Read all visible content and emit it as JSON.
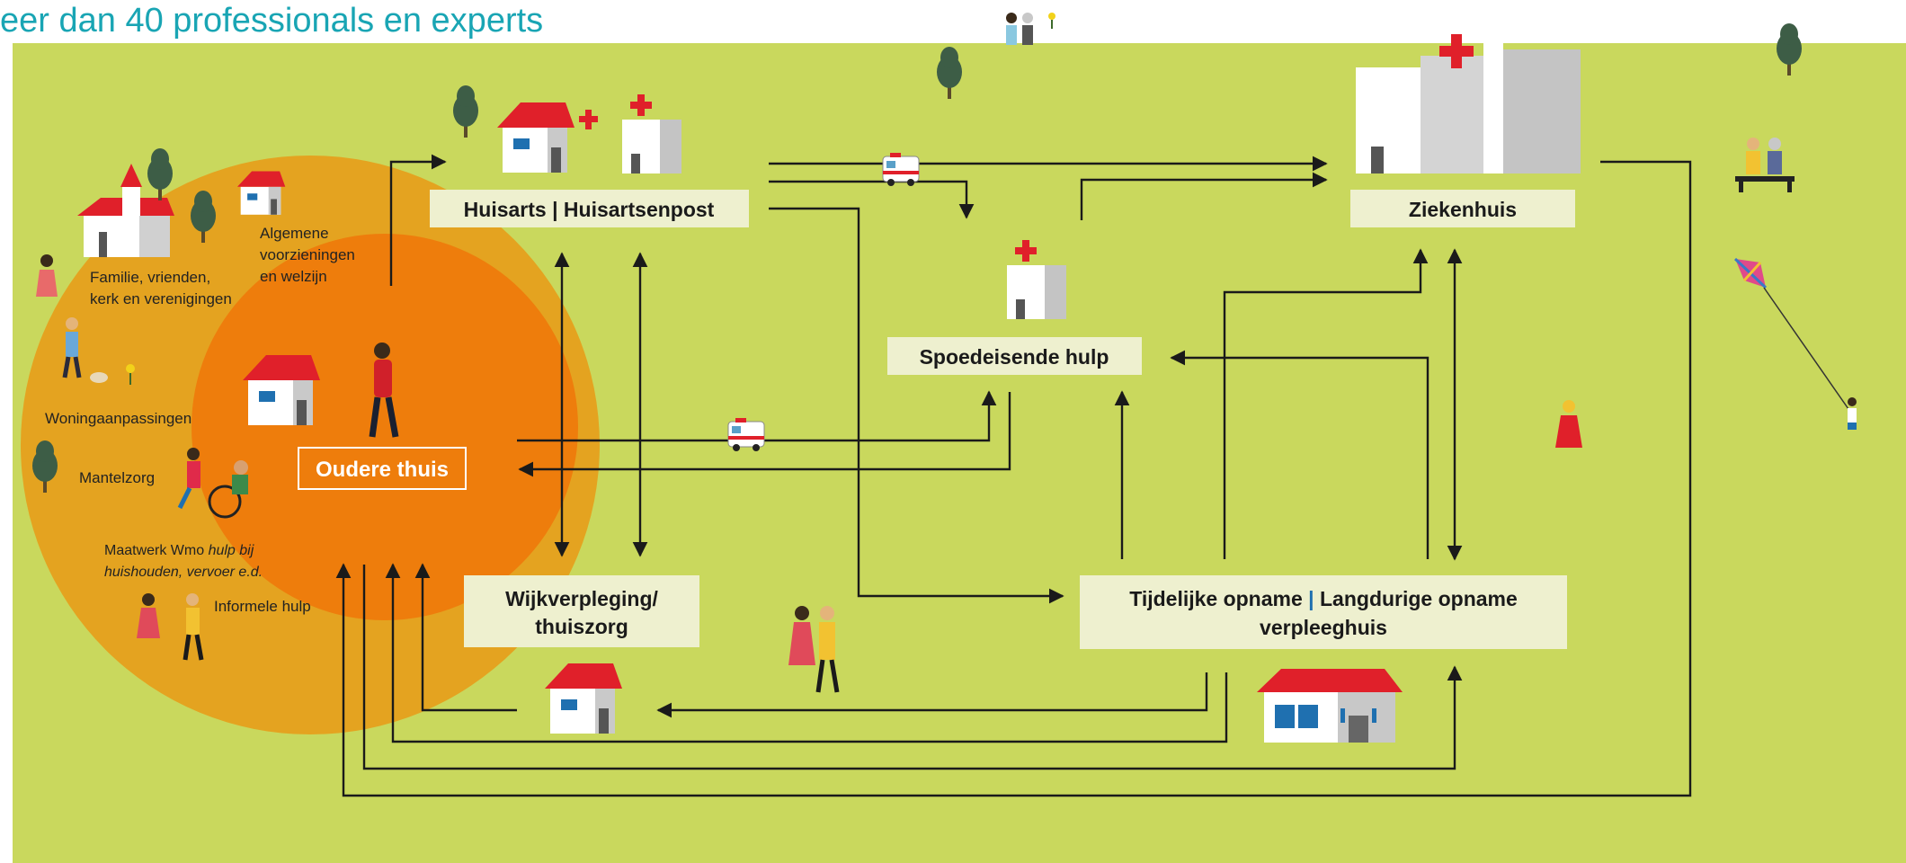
{
  "heading": "eer dan 40 professionals en experts",
  "colors": {
    "background": "#c9d85d",
    "outer_circle": "#e4a320",
    "inner_circle": "#ee7d0c",
    "box": "#eef0cf",
    "roof_red": "#e0202a",
    "heading_teal": "#19a5b4"
  },
  "nodes": {
    "oudere_thuis": "Oudere thuis",
    "huisarts": "Huisarts | Huisartsenpost",
    "ziekenhuis": "Ziekenhuis",
    "spoedeisende_hulp": "Spoedeisende hulp",
    "wijkverpleging_line1": "Wijkverpleging/",
    "wijkverpleging_line2": "thuiszorg",
    "opname_part1": "Tijdelijke opname",
    "opname_sep": "|",
    "opname_part2": "Langdurige opname",
    "opname_line2": "verpleeghuis"
  },
  "circle_labels": {
    "familie_line1": "Familie, vrienden,",
    "familie_line2": "kerk en verenigingen",
    "algemene_line1": "Algemene",
    "algemene_line2": "voorzieningen",
    "algemene_line3": "en welzijn",
    "woning": "Woningaanpassingen",
    "mantelzorg": "Mantelzorg",
    "maatwerk_plain": "Maatwerk Wmo ",
    "maatwerk_italic": "hulp bij",
    "maatwerk_line2": "huishouden, vervoer e.d.",
    "informele": "Informele hulp"
  },
  "icons": [
    "tree-icon",
    "house-icon",
    "clinic-icon",
    "hospital-icon",
    "ambulance-icon",
    "person-icon",
    "wheelchair-icon",
    "dog-icon",
    "kite-icon",
    "bench-icon",
    "flower-icon"
  ]
}
